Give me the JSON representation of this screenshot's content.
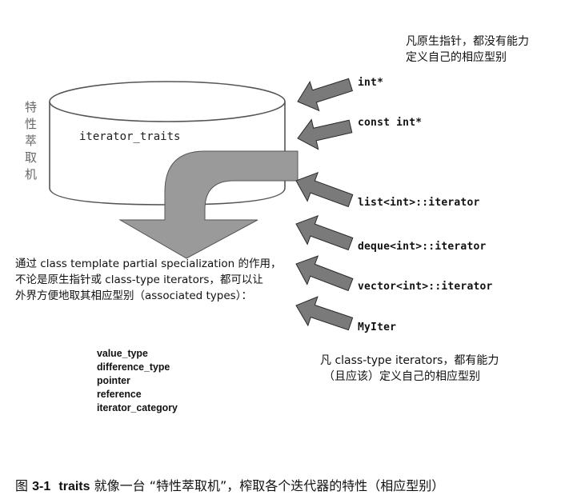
{
  "top_note": {
    "line1": "凡原生指针，都没有能力",
    "line2": "定义自己的相应型别"
  },
  "side_label": [
    "特",
    "性",
    "萃",
    "取",
    "机"
  ],
  "cylinder_label": "iterator_traits",
  "inputs": [
    "int*",
    "const int*",
    "list<int>::iterator",
    "deque<int>::iterator",
    "vector<int>::iterator",
    "MyIter"
  ],
  "left_note": {
    "line1": "通过 class template partial specialization 的作用，",
    "line2": "不论是原生指针或 class-type iterators，都可以让",
    "line3": "外界方便地取其相应型别（associated types）："
  },
  "associated_types": [
    "value_type",
    "difference_type",
    "pointer",
    "reference",
    "iterator_category"
  ],
  "bottom_note": {
    "line1": "凡 class-type iterators，都有能力",
    "line2": "（且应该）定义自己的相应型别"
  },
  "caption": {
    "prefix": "图",
    "number": "3-1",
    "keyword": "traits",
    "text": "就像一台 “特性萃取机”，榨取各个迭代器的特性（相应型别）"
  },
  "colors": {
    "arrow_fill": "#7a7a7a",
    "arrow_stroke": "#2a2a2a",
    "cylinder_stroke": "#555555",
    "output_arrow_fill": "#999999"
  }
}
